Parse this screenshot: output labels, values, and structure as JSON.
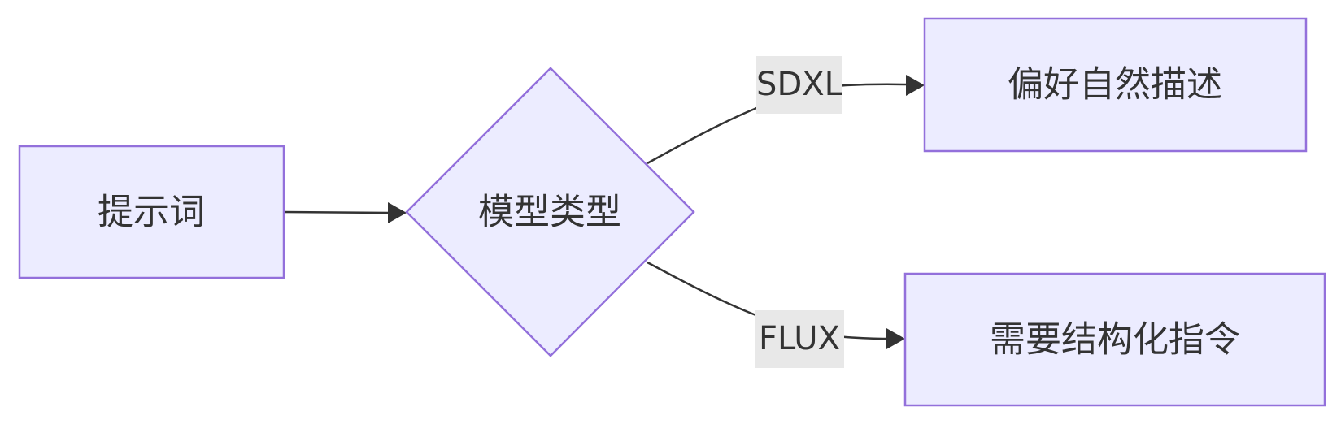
{
  "nodes": {
    "prompt": {
      "label": "提示词"
    },
    "model_type": {
      "label": "模型类型"
    },
    "natural_description": {
      "label": "偏好自然描述"
    },
    "structured_instruction": {
      "label": "需要结构化指令"
    }
  },
  "edges": {
    "sdxl": {
      "label": "SDXL"
    },
    "flux": {
      "label": "FLUX"
    }
  },
  "colors": {
    "node_fill": "#ECECFF",
    "node_stroke": "#9370DB",
    "edge": "#333333",
    "label_bg": "#E8E8E8"
  }
}
